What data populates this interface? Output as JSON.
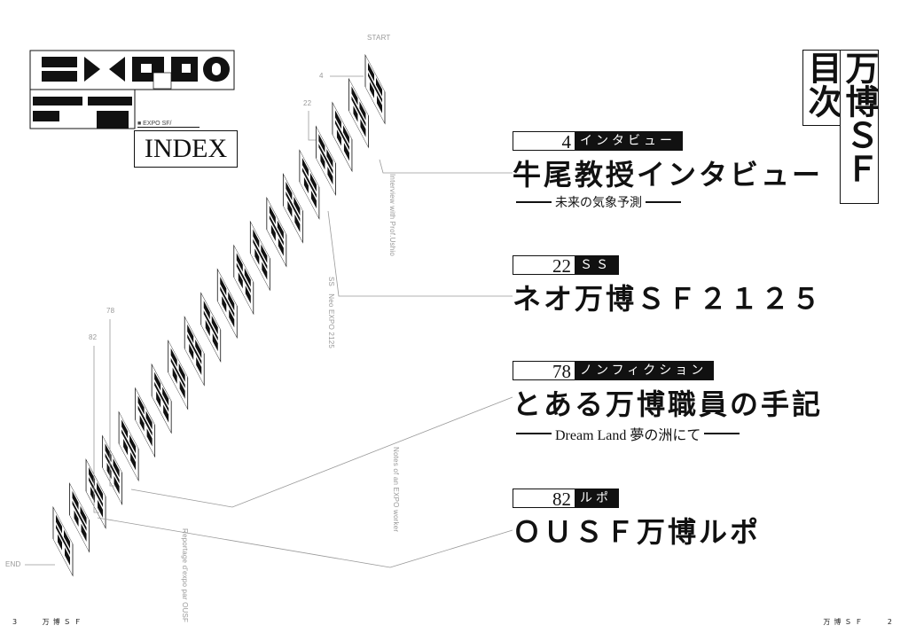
{
  "logo": {
    "tag": "■ EXPO SF/",
    "index_label": "INDEX"
  },
  "title_vertical": {
    "col1": "目次",
    "col2": "万博ＳＦ"
  },
  "stair_labels": {
    "start": "START",
    "end": "END",
    "p4": "4",
    "p22": "22",
    "p78": "78",
    "p82": "82"
  },
  "vertical_notes": {
    "interview": "Interview with Prof.Ushio",
    "ss": "SS　Neo EXPO 2125",
    "notes": "Notes of an EXPO worker",
    "reportage": "Reportage d'expo par OUSF"
  },
  "entries": [
    {
      "page": "4",
      "category": "インタビュー",
      "title": "牛尾教授インタビュー",
      "subtitle": "未来の気象予測"
    },
    {
      "page": "22",
      "category": "ＳＳ",
      "title": "ネオ万博ＳＦ２１２５",
      "subtitle": ""
    },
    {
      "page": "78",
      "category": "ノンフィクション",
      "title": "とある万博職員の手記",
      "subtitle": "Dream Land 夢の洲にて"
    },
    {
      "page": "82",
      "category": "ルポ",
      "title": "ＯＵＳＦ万博ルポ",
      "subtitle": ""
    }
  ],
  "footer": {
    "left_page": "3",
    "left_title": "万博ＳＦ",
    "right_title": "万博ＳＦ",
    "right_page": "2"
  }
}
